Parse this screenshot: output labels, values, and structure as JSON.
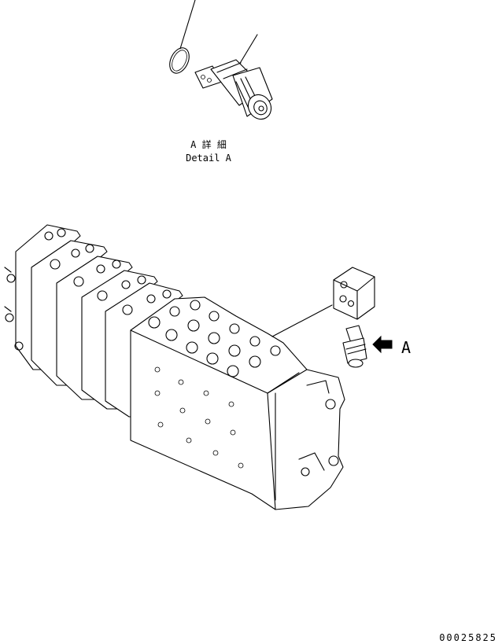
{
  "detail_caption": {
    "japanese": "A 詳 細",
    "english": "Detail A"
  },
  "view_arrow_label": "A",
  "drawing_number": "00025825"
}
